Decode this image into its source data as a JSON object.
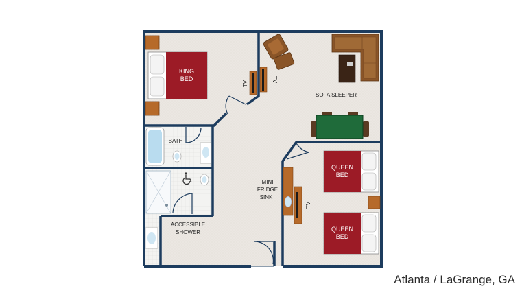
{
  "rooms": {
    "king_bed": [
      "KING",
      "BED"
    ],
    "bath": "BATH",
    "accessible_shower": [
      "ACCESSIBLE",
      "SHOWER"
    ],
    "sofa_sleeper": "SOFA SLEEPER",
    "kitchenette": [
      "MINI",
      "FRIDGE",
      "SINK"
    ],
    "queen_bed_1": [
      "QUEEN",
      "BED"
    ],
    "queen_bed_2": [
      "QUEEN",
      "BED"
    ],
    "tv": "TV"
  },
  "icons": {
    "accessibility": "wheelchair-icon"
  },
  "location": "Atlanta / LaGrange, GA",
  "colors": {
    "wall": "#1d3c5e",
    "floor": "#ebe7e2",
    "bed": "#9c1b26",
    "wood": "#b66a2a",
    "table": "#1f6b3a",
    "sofa": "#8a5528"
  }
}
